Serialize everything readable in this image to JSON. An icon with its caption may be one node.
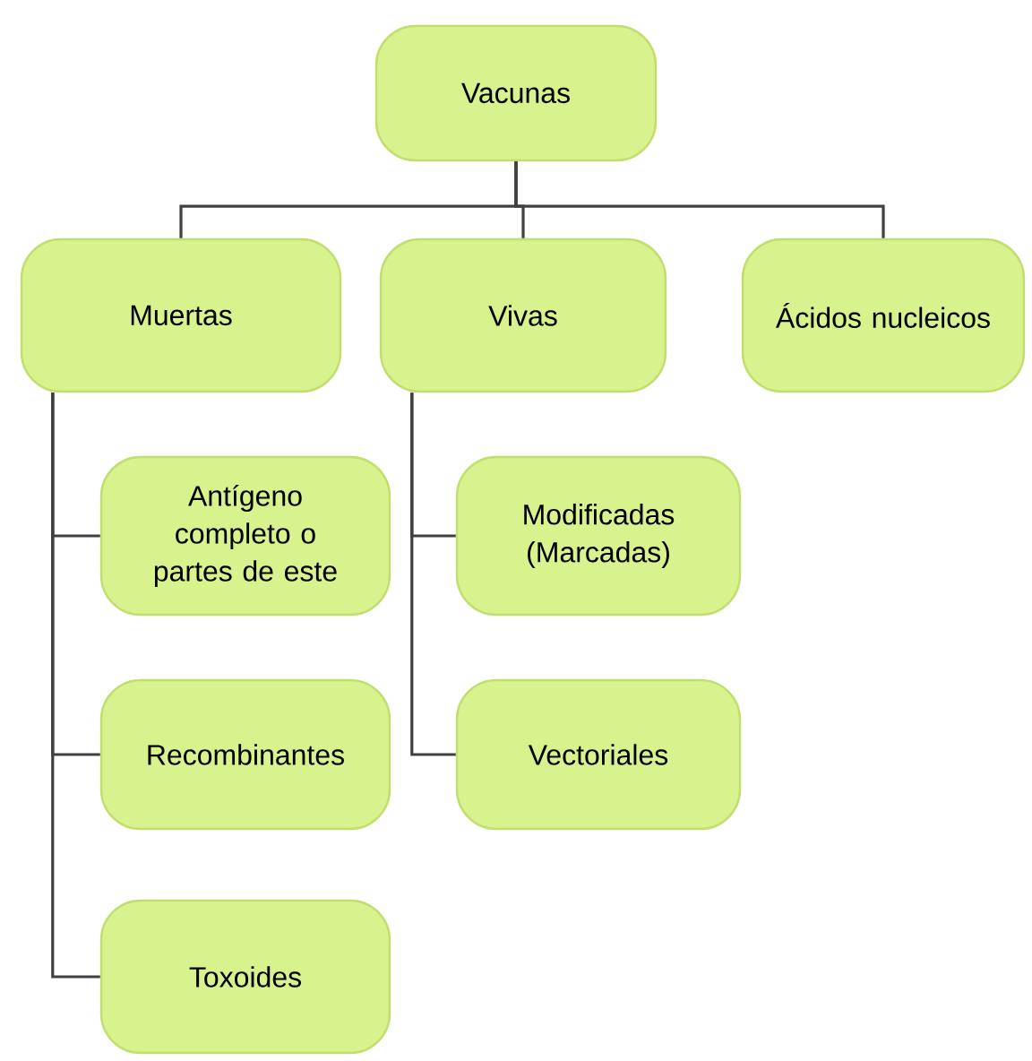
{
  "diagram": {
    "nodes": [
      {
        "text": [
          "Vacunas"
        ]
      },
      {
        "text": [
          "Muertas"
        ]
      },
      {
        "text": [
          "Vivas"
        ]
      },
      {
        "text": [
          "Ácidos nucleicos"
        ]
      },
      {
        "text": [
          "Antígeno completo o partes de este"
        ]
      },
      {
        "text": [
          "Recombinantes"
        ]
      },
      {
        "text": [
          "Toxoides"
        ]
      },
      {
        "text": [
          "Modificadas (Marcadas)"
        ]
      },
      {
        "text": [
          "Vectoriales"
        ]
      }
    ],
    "edges": [
      {
        "from": 0,
        "to": 1,
        "arrow": "none"
      },
      {
        "from": 0,
        "to": 2,
        "arrow": "none"
      },
      {
        "from": 0,
        "to": 3,
        "arrow": "none"
      },
      {
        "from": 1,
        "to": 4,
        "arrow": "none"
      },
      {
        "from": 1,
        "to": 5,
        "arrow": "none"
      },
      {
        "from": 1,
        "to": 6,
        "arrow": "none"
      },
      {
        "from": 2,
        "to": 7,
        "arrow": "none"
      },
      {
        "from": 2,
        "to": 8,
        "arrow": "none"
      }
    ]
  }
}
